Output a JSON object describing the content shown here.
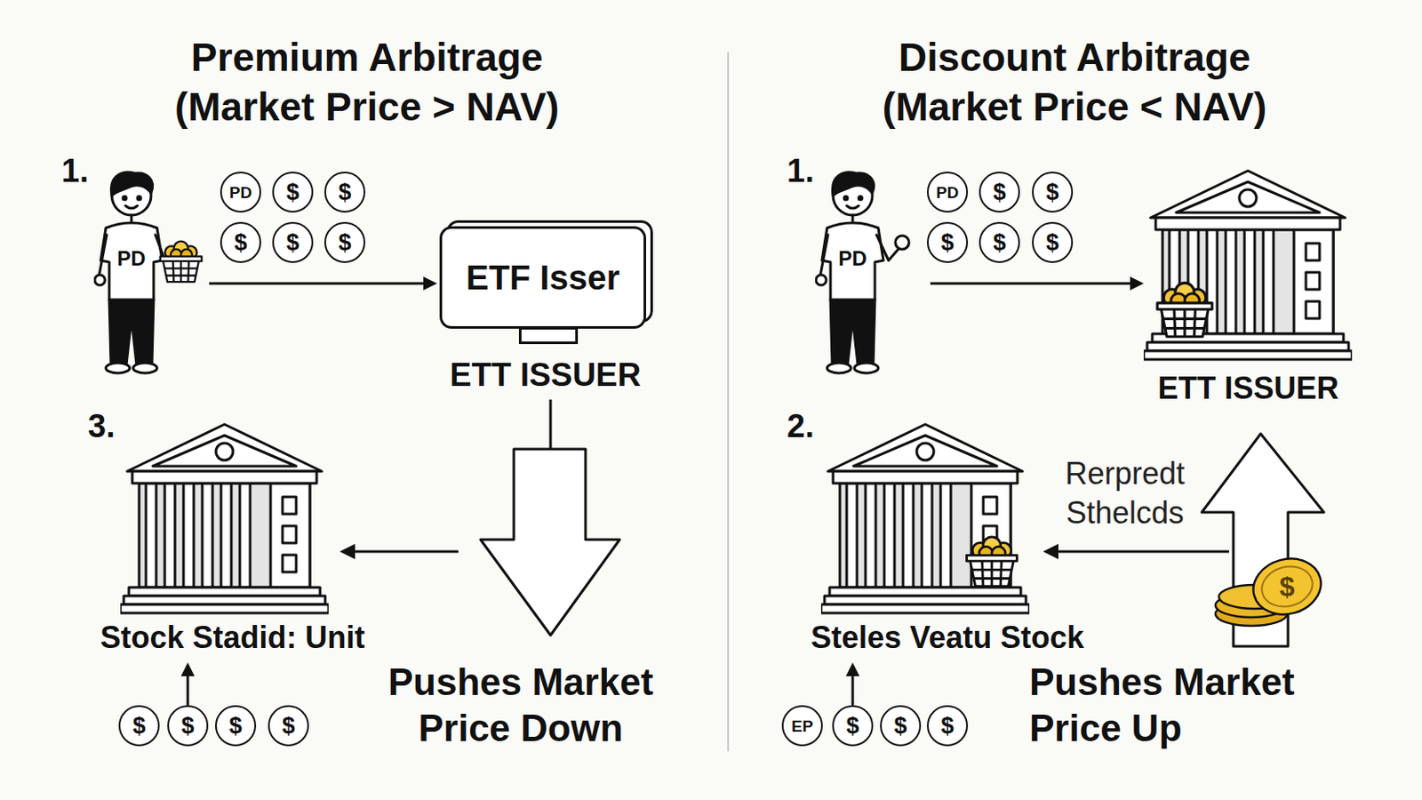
{
  "diagram": {
    "nodes": [
      {
        "text": [
          "PD"
        ]
      },
      {
        "text": [
          "PD"
        ]
      },
      {
        "text": [
          "$"
        ]
      },
      {
        "text": [
          "$"
        ]
      },
      {
        "text": [
          "$"
        ]
      },
      {
        "text": [
          "$"
        ]
      },
      {
        "text": [
          "$"
        ]
      },
      {
        "text": [
          "ETF Isser",
          "ETT ISSUER"
        ]
      },
      {
        "text": [
          "Stock Stadid: Unit"
        ]
      },
      {
        "text": [
          "$"
        ]
      },
      {
        "text": [
          "$"
        ]
      },
      {
        "text": [
          "$"
        ]
      },
      {
        "text": [
          "$"
        ]
      },
      {
        "text": [
          "PD"
        ]
      },
      {
        "text": [
          "PD"
        ]
      },
      {
        "text": [
          "$"
        ]
      },
      {
        "text": [
          "$"
        ]
      },
      {
        "text": [
          "$"
        ]
      },
      {
        "text": [
          "$"
        ]
      },
      {
        "text": [
          "$"
        ]
      },
      {
        "text": [
          "ETT ISSUER"
        ]
      },
      {
        "text": [
          "Steles Veatu Stock"
        ]
      },
      {
        "text": [
          "EP"
        ]
      },
      {
        "text": [
          "$"
        ]
      },
      {
        "text": [
          "$"
        ]
      },
      {
        "text": [
          "$"
        ]
      },
      {
        "text": [
          "$"
        ]
      }
    ],
    "edges": [
      {
        "from": 0,
        "to": 7,
        "arrow": "to"
      },
      {
        "from": 10,
        "to": 8,
        "arrow": "to"
      },
      {
        "from": 13,
        "to": 20,
        "arrow": "to"
      },
      {
        "from": 23,
        "to": 21,
        "arrow": "to"
      }
    ],
    "labels": [
      "Premium Arbitrage (Market Price > NAV)",
      "1.",
      "3.",
      "Pushes Market Price Down",
      "Discount Arbitrage (Market Price < NAV)",
      "1.",
      "2.",
      "Rerpredt Sthelcds",
      "Pushes Market Price Up"
    ]
  }
}
